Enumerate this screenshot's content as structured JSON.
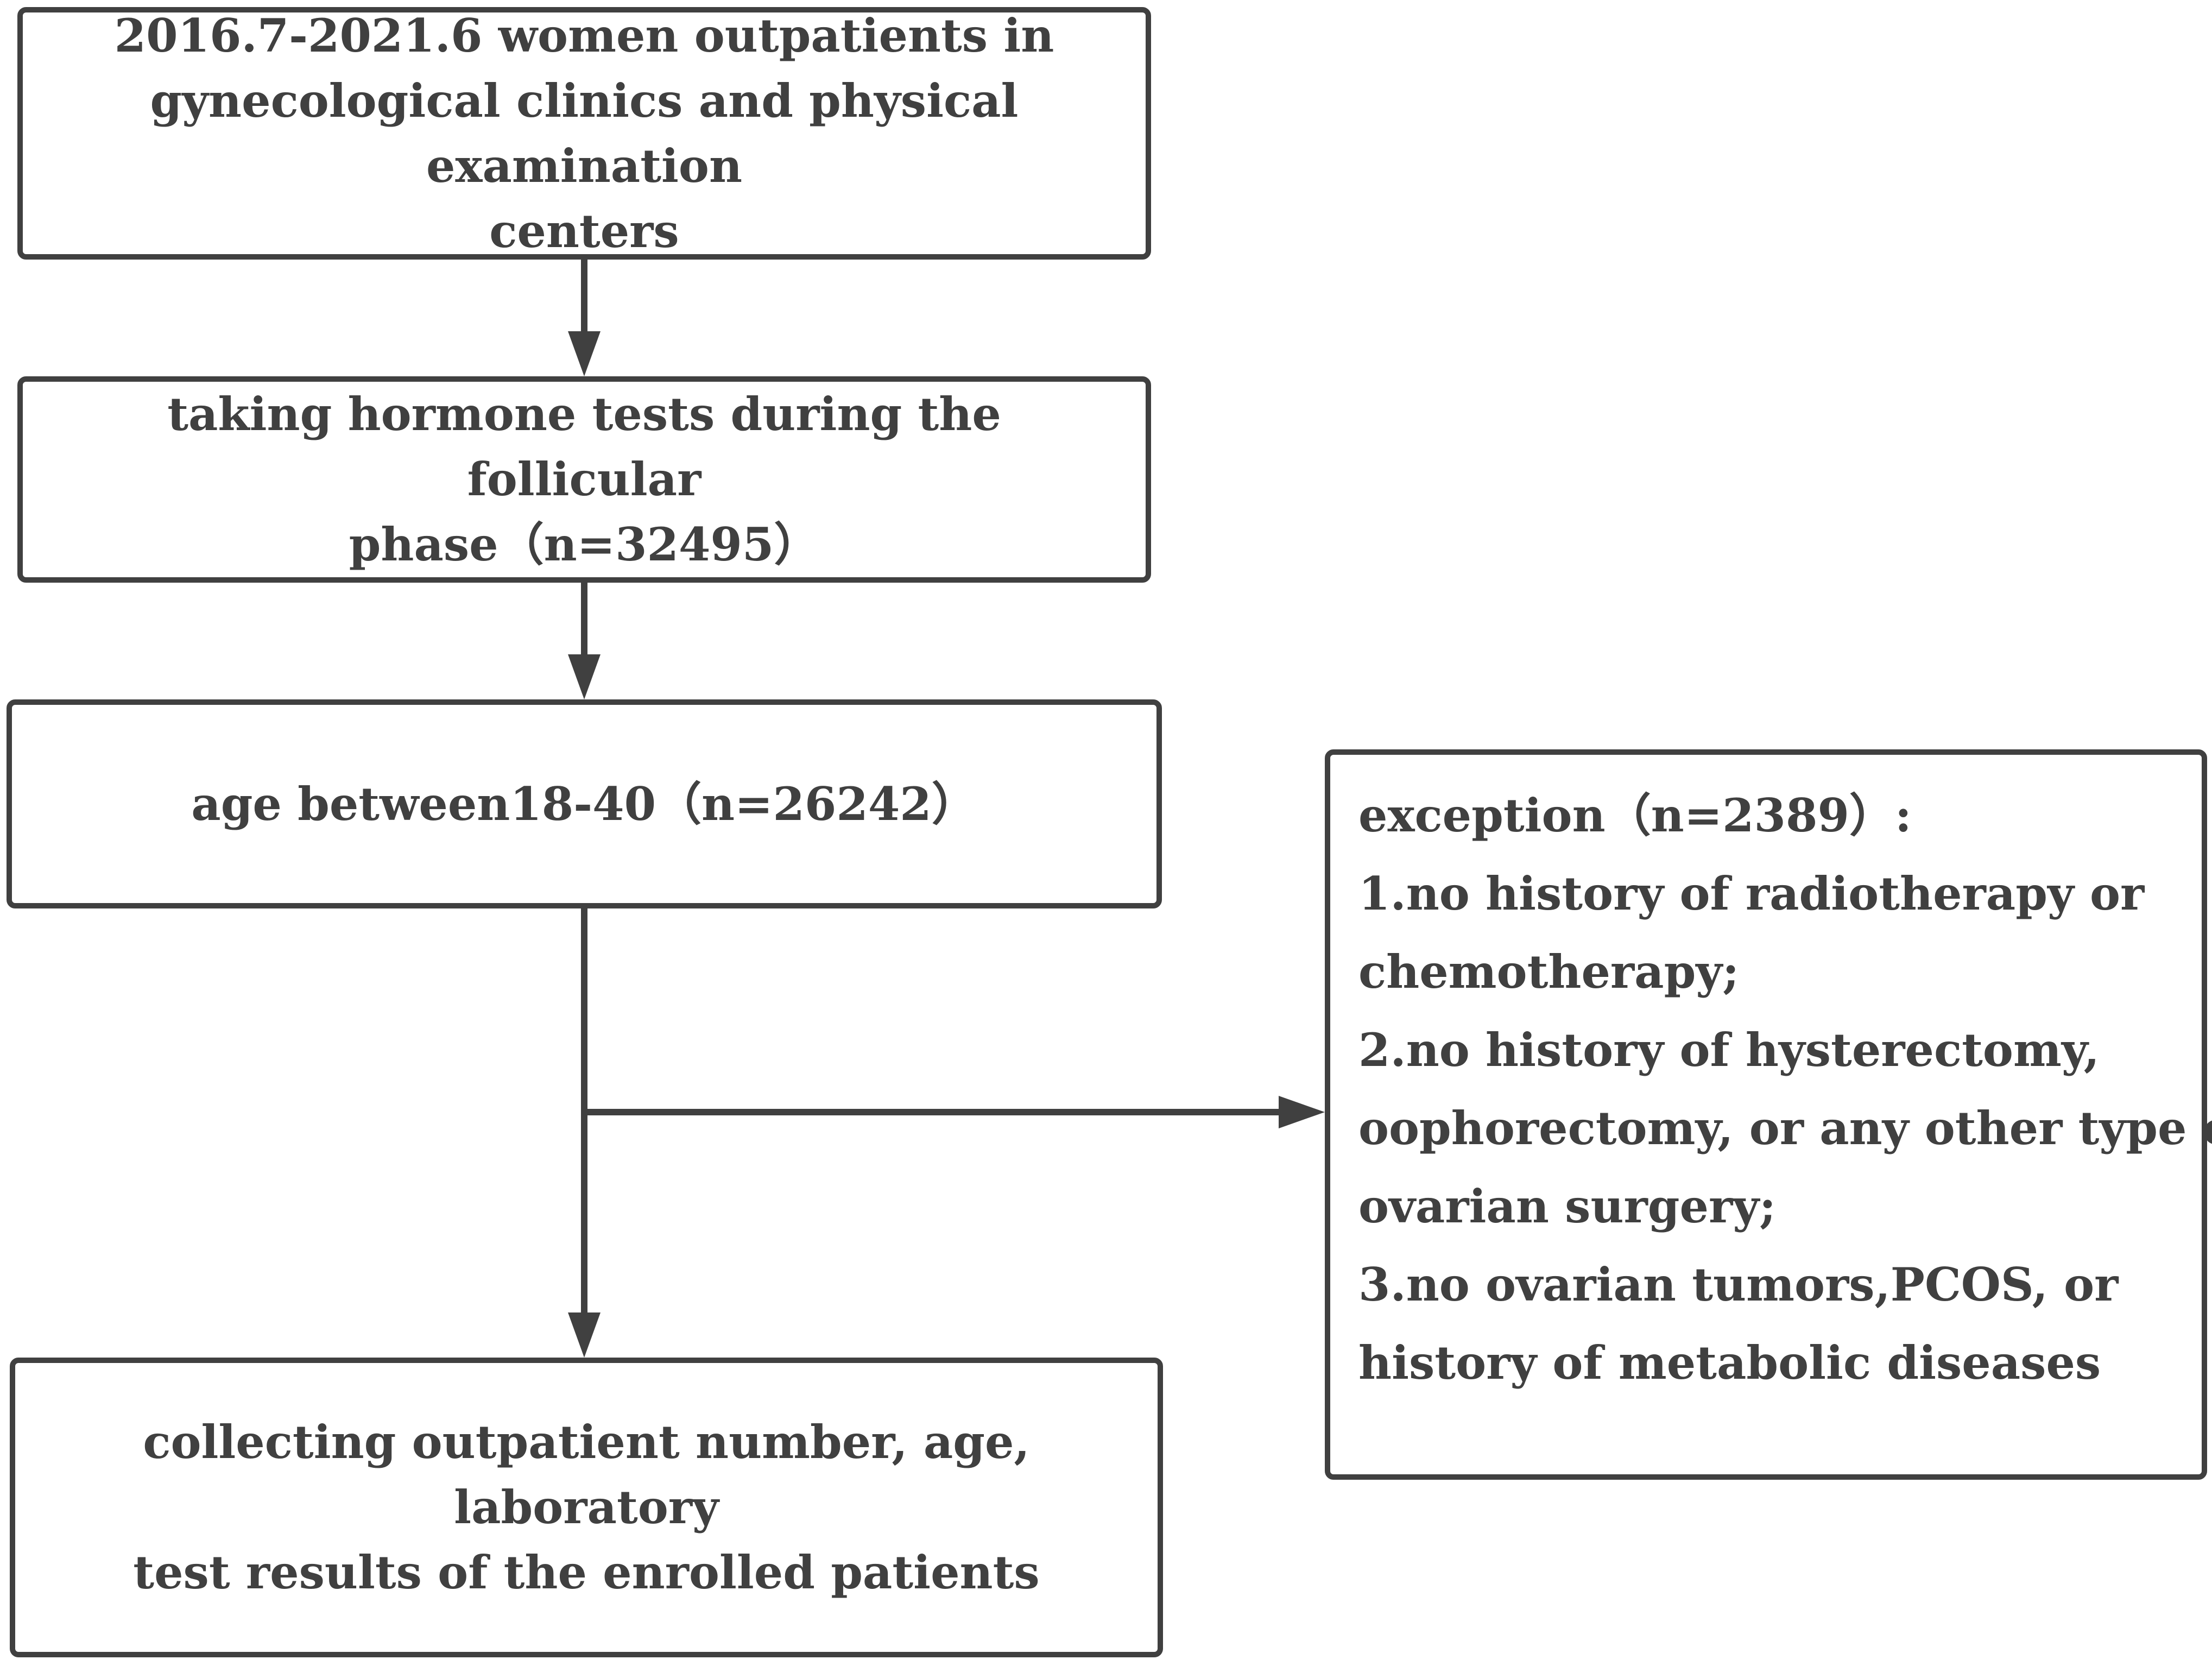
{
  "flowchart": {
    "start_box": {
      "lines": [
        "2016.7-2021.6 women outpatients in",
        "gynecological  clinics and physical examination",
        "centers"
      ]
    },
    "hormone_box": {
      "lines": [
        "taking hormone tests during the follicular",
        "phase（n=32495）"
      ]
    },
    "age_box": {
      "lines": [
        "age between18-40（n=26242）"
      ]
    },
    "final_box": {
      "lines": [
        "collecting outpatient number, age, laboratory",
        "test results of the enrolled patients"
      ]
    },
    "exception_box": {
      "lines": [
        "exception（n=2389）:",
        "1.no history of radiotherapy or",
        "chemotherapy;",
        "2.no history of hysterectomy,",
        "oophorectomy, or any other type of",
        "ovarian surgery;",
        "3.no ovarian tumors,PCOS, or",
        "history of metabolic diseases"
      ]
    },
    "colors": {
      "stroke": "#404040",
      "text": "#404040",
      "background": "#ffffff"
    }
  }
}
